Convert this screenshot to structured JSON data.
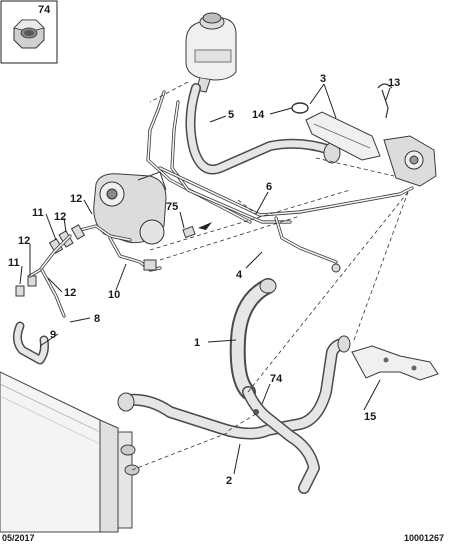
{
  "callouts": {
    "c74_box": "74",
    "c3": "3",
    "c13": "13",
    "c14": "14",
    "c5": "5",
    "c6": "6",
    "c75": "75",
    "c12a": "12",
    "c11a": "11",
    "c12b": "12",
    "c12c": "12",
    "c11b": "11",
    "c12d": "12",
    "c4": "4",
    "c10": "10",
    "c8": "8",
    "c9": "9",
    "c1": "1",
    "c74b": "74",
    "c15": "15",
    "c2": "2"
  },
  "footer": {
    "date": "05/2017",
    "reference": "10001267"
  },
  "icons": [
    "hex-nut-icon"
  ]
}
